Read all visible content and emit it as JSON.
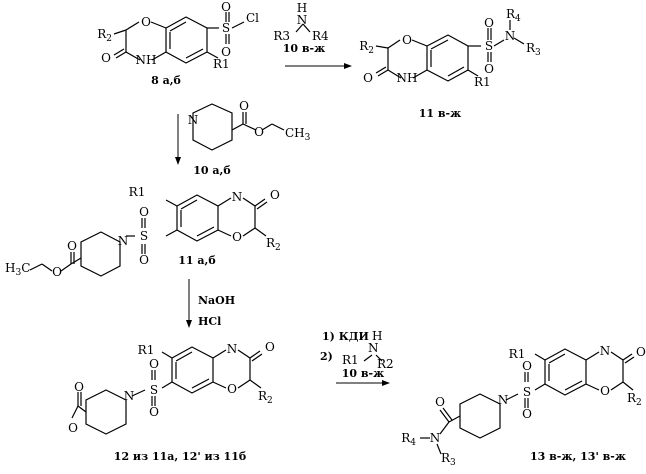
{
  "atoms": {
    "o": "O",
    "n": "N",
    "h": "H",
    "s": "S",
    "cl": "Cl",
    "r1": "R1",
    "r2": "R",
    "r2_sub": "2",
    "r3": "R3",
    "r3_sub": "R",
    "r3_sub_idx": "3",
    "r4": "R4",
    "r4_sub": "R",
    "r4_sub_idx": "4",
    "ch3": "H",
    "ch3_sub": "3",
    "ch3_c": "C",
    "ch3_right": "CH",
    "ch3_right_sub": "3",
    "r2_bottom": "R2"
  },
  "compounds": {
    "c8": "8 а,б",
    "c10": "10 а,б",
    "c11_top": "11  в-ж",
    "c11_mid": "11 а,б",
    "c12": "12 из 11а, 12' из 11б",
    "c13": "13 в-ж, 13' в-ж"
  },
  "reagents": {
    "amine_label": "10 в-ж",
    "naoh": "NaOH",
    "hcl": "HCl",
    "step1": "1) КДИ",
    "step2": "2)",
    "step2_label": "10 в-ж"
  }
}
